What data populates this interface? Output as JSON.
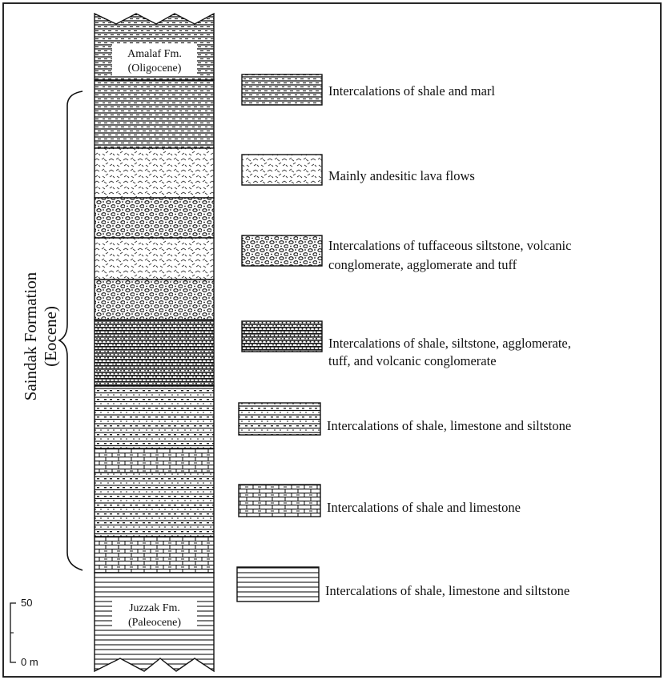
{
  "formations": {
    "top": {
      "name": "Amalaf Fm.",
      "age": "(Oligocene)"
    },
    "middle": {
      "name": "Saindak Formation",
      "age": "(Eocene)"
    },
    "bottom": {
      "name": "Juzzak Fm.",
      "age": "(Paleocene)"
    }
  },
  "scale": {
    "top_label": "50",
    "bottom_label": "0 m"
  },
  "legend": [
    {
      "key": "shale-marl",
      "lines": [
        "Intercalations of shale and marl"
      ]
    },
    {
      "key": "andesitic-lava",
      "lines": [
        "Mainly andesitic lava flows"
      ]
    },
    {
      "key": "tuff-conglomerate",
      "lines": [
        "Intercalations of tuffaceous siltstone, volcanic",
        "conglomerate, agglomerate and tuff"
      ]
    },
    {
      "key": "shale-siltstone-agglomerate",
      "lines": [
        "Intercalations of shale, siltstone, agglomerate,",
        "tuff, and volcanic conglomerate"
      ]
    },
    {
      "key": "shale-limestone-siltstone-a",
      "lines": [
        "Intercalations of shale, limestone and siltstone"
      ]
    },
    {
      "key": "shale-limestone",
      "lines": [
        "Intercalations of shale and limestone"
      ]
    },
    {
      "key": "shale-limestone-siltstone-b",
      "lines": [
        "Intercalations of shale, limestone and siltstone"
      ]
    }
  ]
}
